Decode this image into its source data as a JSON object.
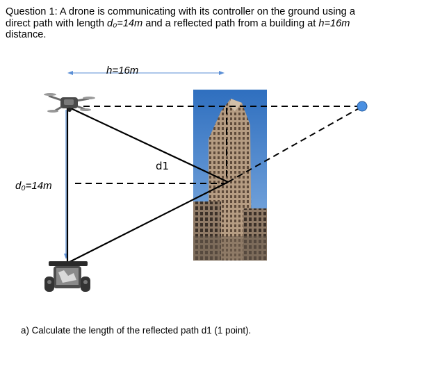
{
  "question": {
    "line1": "Question 1: A drone is communicating with its controller on the ground using a",
    "line2_pre": "direct path with length ",
    "line2_d0": "d₀=14m",
    "line2_mid": " and a reflected path from a building at ",
    "line2_h": "h=16m",
    "line3": "distance."
  },
  "diagram": {
    "h_label": "h=16m",
    "d0_label": "d₀=14m",
    "d1_label": "d1",
    "colors": {
      "arrow_blue": "#5b8fd6",
      "reflector_dot": "#4a90e2",
      "sky": "#3f7fc8",
      "building": "#b49b82",
      "line": "#000000"
    },
    "icons": [
      "drone-icon",
      "controller-icon",
      "building-image",
      "reflection-point-dot"
    ]
  },
  "subquestion": {
    "text": "a)  Calculate the length of the reflected path d1 (1 point)."
  }
}
